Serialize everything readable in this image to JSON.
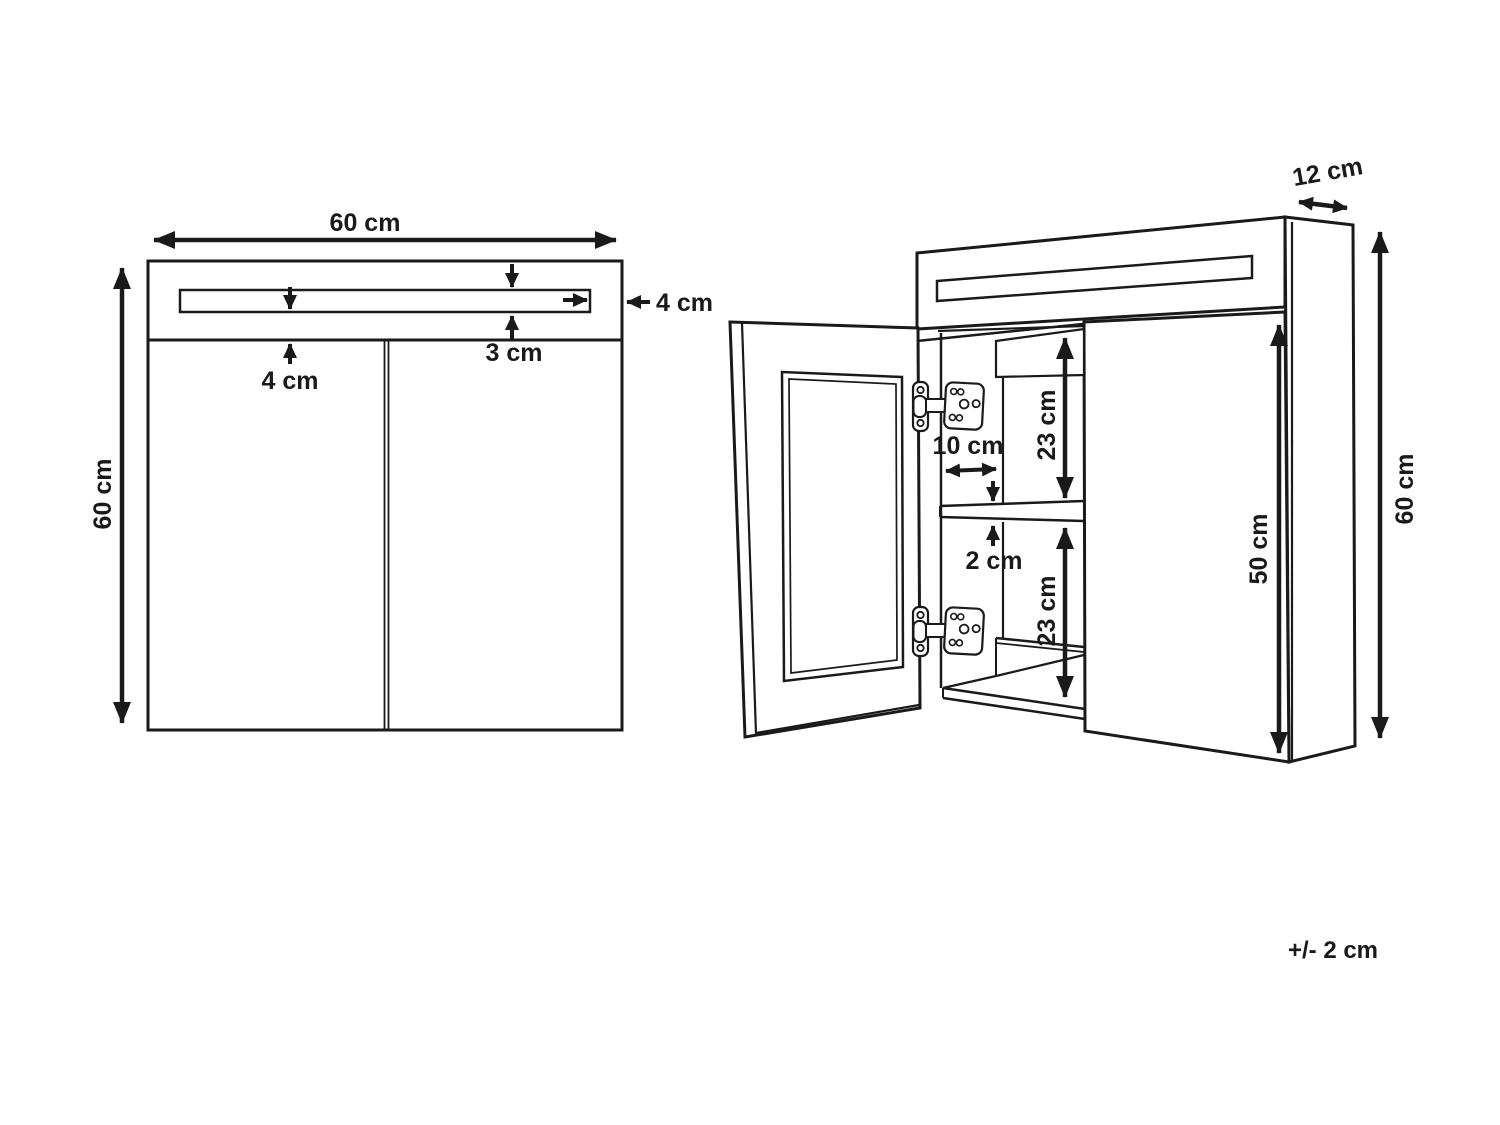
{
  "diagram": {
    "subject": "mirror-cabinet-dimension-drawing",
    "front_view": {
      "width_dim": "60 cm",
      "height_dim": "60 cm",
      "light_panel_offset_dim": "4 cm",
      "light_panel_height_dim": "3 cm",
      "light_panel_side_inset_dim": "4 cm"
    },
    "side_view": {
      "depth_dim": "12 cm",
      "height_dim": "60 cm",
      "door_height_dim": "50 cm",
      "upper_compartment_dim": "23 cm",
      "lower_compartment_dim": "23 cm",
      "shelf_thickness_dim": "2 cm",
      "interior_depth_dim": "10 cm"
    },
    "footnote": {
      "tolerance": "+/- 2 cm"
    }
  }
}
